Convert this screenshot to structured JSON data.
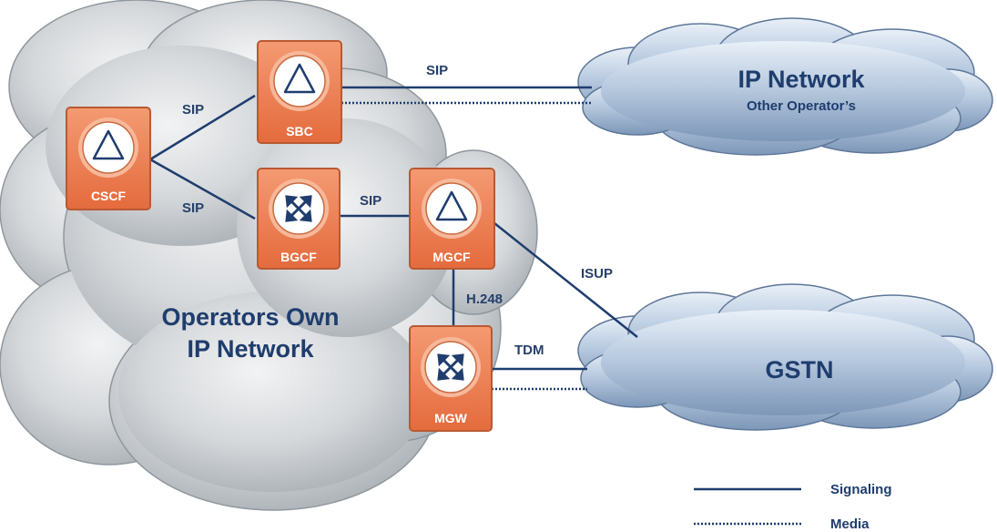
{
  "clouds": {
    "operator": {
      "line1": "Operators Own",
      "line2": "IP Network"
    },
    "ip_network": {
      "title": "IP Network",
      "subtitle": "Other Operator’s"
    },
    "gstn": {
      "title": "GSTN"
    }
  },
  "nodes": {
    "cscf": {
      "label": "CSCF",
      "icon": "triangle-icon"
    },
    "sbc": {
      "label": "SBC",
      "icon": "triangle-icon"
    },
    "bgcf": {
      "label": "BGCF",
      "icon": "cross-arrows-icon"
    },
    "mgcf": {
      "label": "MGCF",
      "icon": "triangle-icon"
    },
    "mgw": {
      "label": "MGW",
      "icon": "cross-arrows-icon"
    }
  },
  "links": {
    "cscf_sbc": "SIP",
    "cscf_bgcf": "SIP",
    "sbc_ipnet": "SIP",
    "bgcf_mgcf": "SIP",
    "mgcf_mgw": "H.248",
    "mgcf_gstn": "ISUP",
    "mgw_gstn": "TDM"
  },
  "legend": {
    "signaling": "Signaling",
    "media": "Media"
  },
  "colors": {
    "node_fill": "#ee7d52",
    "node_border": "#b85a32",
    "line": "#1f3d6e",
    "text": "#1f3d6e"
  }
}
